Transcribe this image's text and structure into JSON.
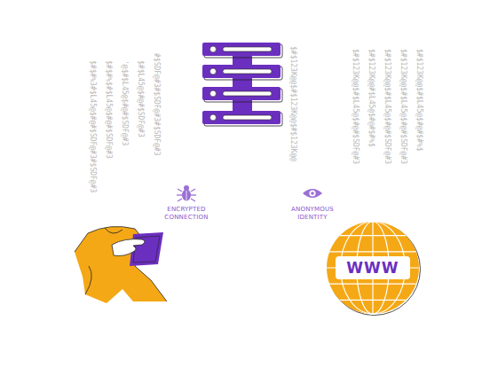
{
  "diagram": {
    "nodes": [
      {
        "text": [
          "WWW"
        ]
      }
    ],
    "labels": [
      "$#$#%3#$L45@$#@#$SDF@#3#$SDF@#3",
      "$#$#%$#$L45@$#@#$SDF@#3",
      "'@$#$L45@$#@#$SDF@#3",
      "$#$L45@$#@#$SDF@#3",
      "#$SDF@#3#$SDF@#3#$SDF@#3",
      "$#$123K@@$#$123K@@$#$123K@@",
      "$#$123K@@$#$L45@$#@#$SDF@#3",
      "$#$123K@@#$L45@$#@#$#%$",
      "$#$123K@@$#$L45@$#@#$SDF@#3",
      "$#$123K@@$#$L45@$#@#$SDF@#3",
      "$#$123K@@$#$L45@$#@#$#%$",
      "ENCRYPTED CONNECTION",
      "ANONYMOUS IDENTITY"
    ]
  }
}
